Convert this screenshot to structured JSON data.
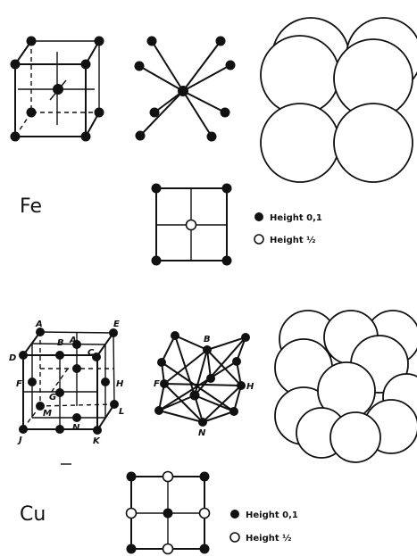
{
  "fe": {
    "element": "Fe",
    "legend_filled": "Height 0,1",
    "legend_open": "Height ½"
  },
  "cu": {
    "element": "Cu",
    "legend_filled": "Height 0,1",
    "legend_open": "Height ½",
    "labels": {
      "A": "A",
      "B": "B",
      "C": "C",
      "D": "D",
      "E": "E",
      "F": "F",
      "G": "G",
      "H": "H",
      "J": "J",
      "K": "K",
      "L": "L",
      "M": "M",
      "N": "N",
      "B2": "B",
      "F2": "F",
      "H2": "H",
      "N2": "N"
    }
  }
}
